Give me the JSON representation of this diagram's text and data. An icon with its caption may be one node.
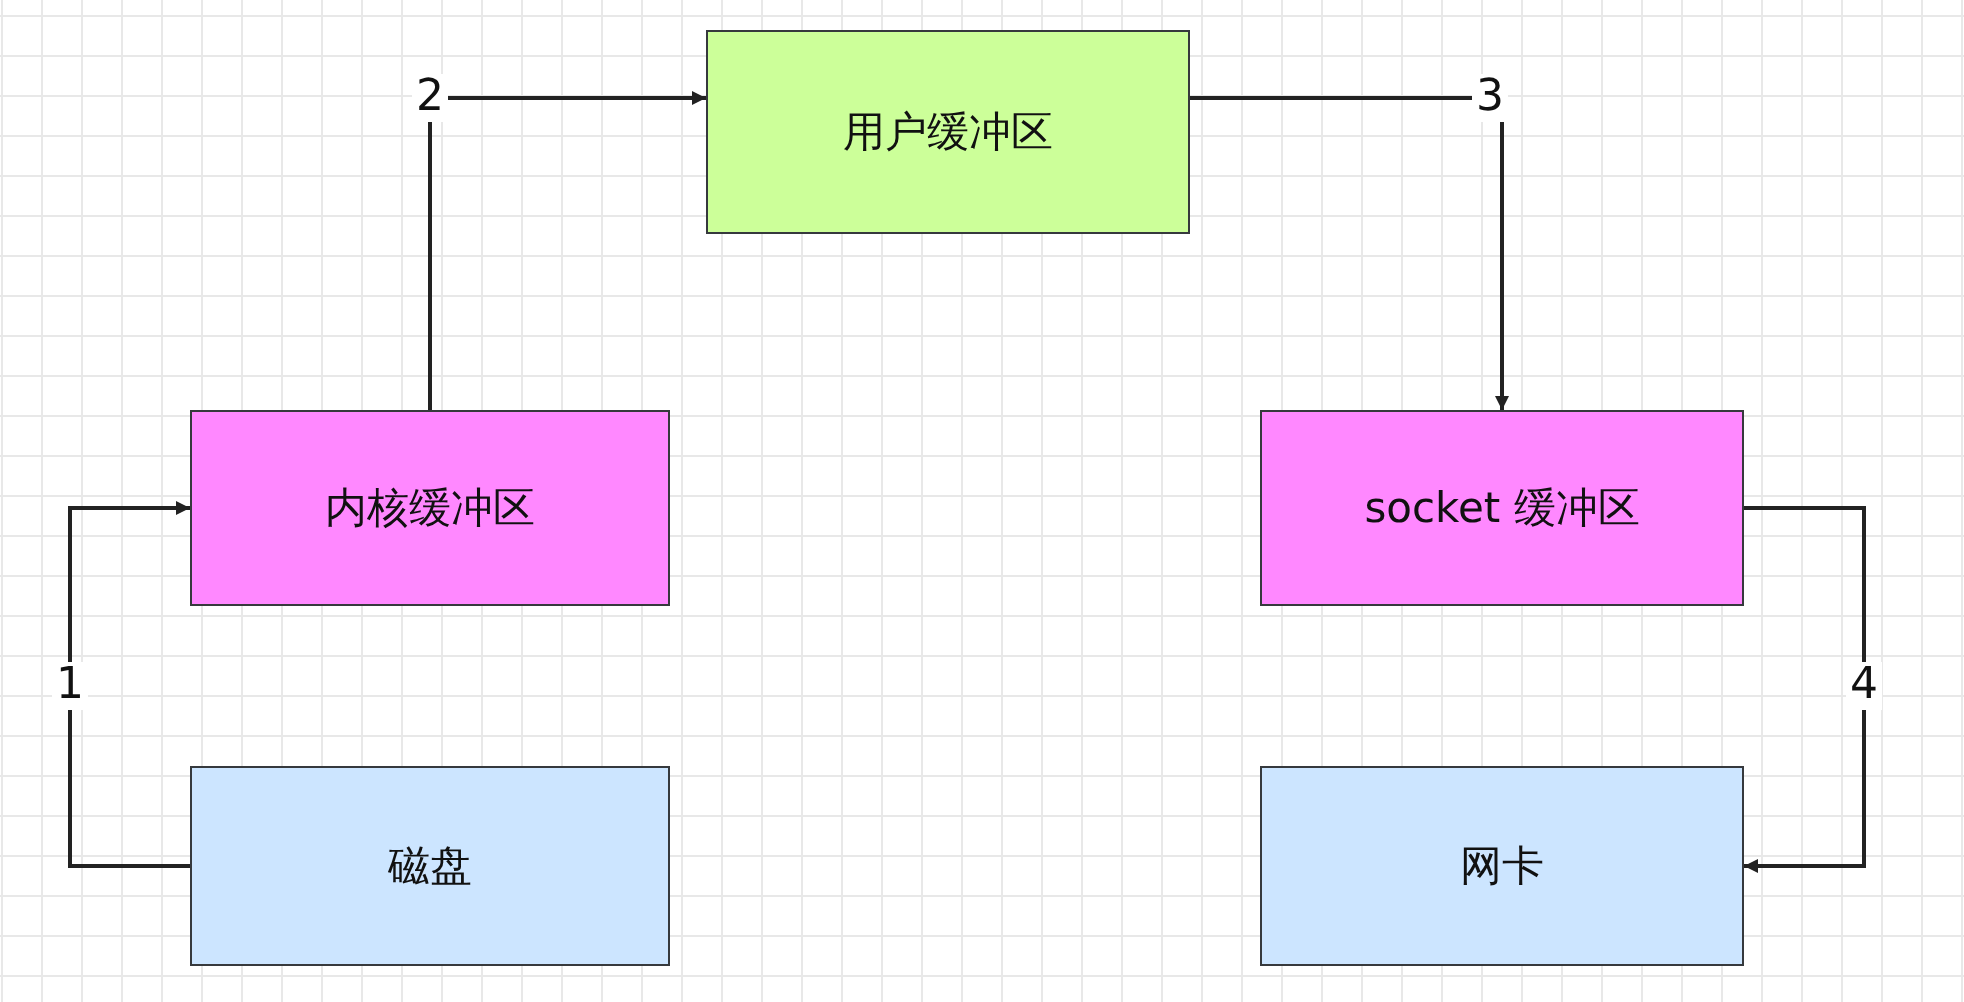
{
  "diagram": {
    "nodes": [
      {
        "text": [
          "用户缓冲区"
        ]
      },
      {
        "text": [
          "内核缓冲区"
        ]
      },
      {
        "text": [
          "socket 缓冲区"
        ]
      },
      {
        "text": [
          "磁盘"
        ]
      },
      {
        "text": [
          "网卡"
        ]
      }
    ],
    "edges": [
      {
        "from": 3,
        "to": 1,
        "arrow": "to",
        "label": "1"
      },
      {
        "from": 1,
        "to": 0,
        "arrow": "to",
        "label": "2"
      },
      {
        "from": 0,
        "to": 2,
        "arrow": "to",
        "label": "3"
      },
      {
        "from": 2,
        "to": 4,
        "arrow": "to",
        "label": "4"
      }
    ]
  }
}
